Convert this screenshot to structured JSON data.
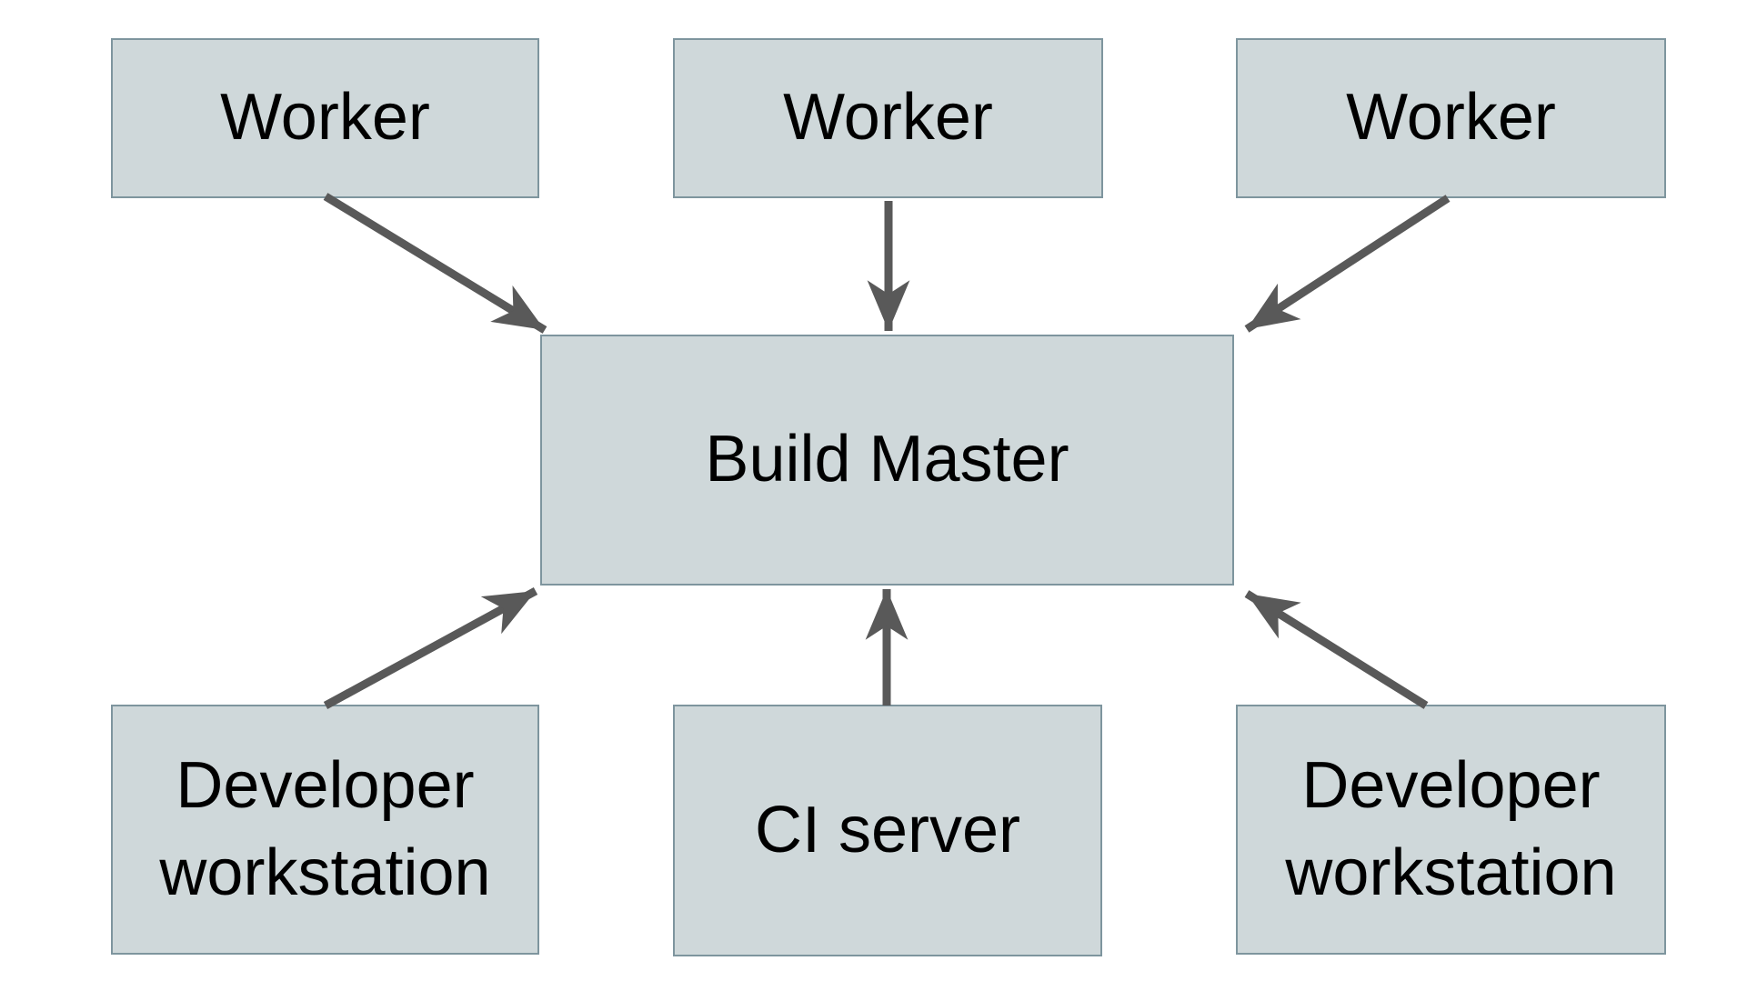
{
  "diagram": {
    "type": "architecture-diagram",
    "colors": {
      "node_fill": "#cfd8da",
      "node_border": "#7e959e",
      "arrow_color": "#595959",
      "label_color": "#000000",
      "background": "#ffffff"
    },
    "nodes": [
      {
        "id": "worker-1",
        "label": "Worker"
      },
      {
        "id": "worker-2",
        "label": "Worker"
      },
      {
        "id": "worker-3",
        "label": "Worker"
      },
      {
        "id": "build-master",
        "label": "Build Master"
      },
      {
        "id": "dev-workstation-left",
        "label": "Developer workstation"
      },
      {
        "id": "ci-server",
        "label": "CI server"
      },
      {
        "id": "dev-workstation-right",
        "label": "Developer workstation"
      }
    ],
    "edges": [
      {
        "from": "worker-1",
        "to": "build-master"
      },
      {
        "from": "worker-2",
        "to": "build-master"
      },
      {
        "from": "worker-3",
        "to": "build-master"
      },
      {
        "from": "dev-workstation-left",
        "to": "build-master"
      },
      {
        "from": "ci-server",
        "to": "build-master"
      },
      {
        "from": "dev-workstation-right",
        "to": "build-master"
      }
    ]
  }
}
